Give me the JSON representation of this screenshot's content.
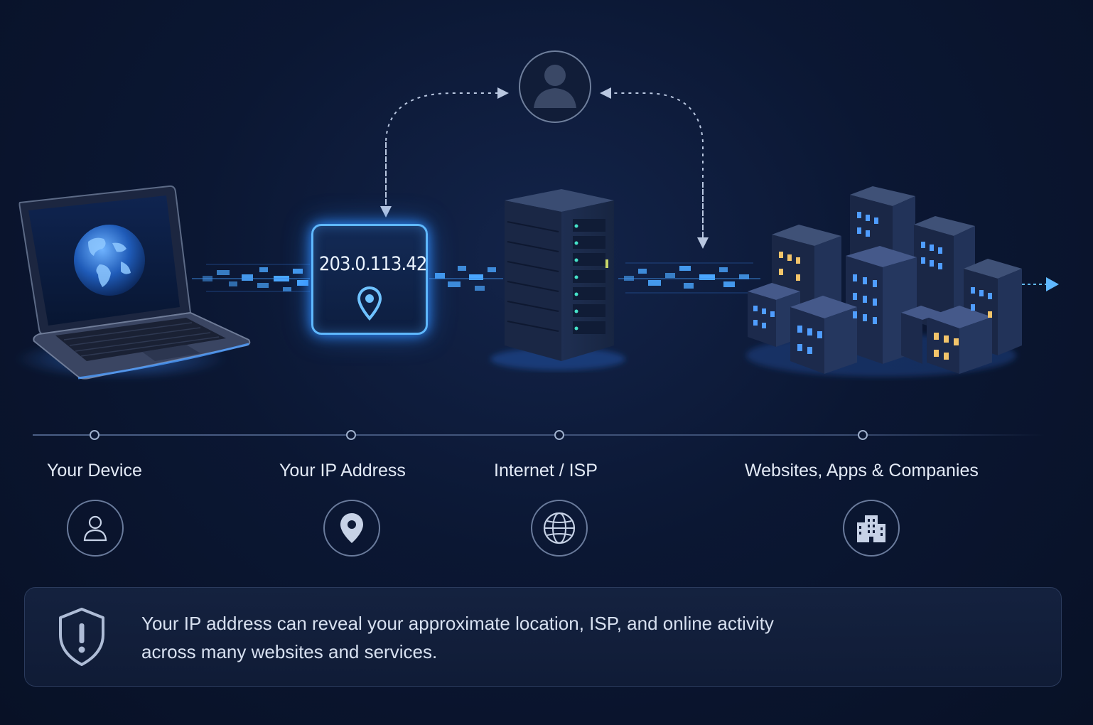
{
  "ip_card": {
    "address": "203.0.113.42"
  },
  "stages": [
    {
      "label": "Your Device",
      "icon": "user-icon"
    },
    {
      "label": "Your IP Address",
      "icon": "location-pin-icon"
    },
    {
      "label": "Internet / ISP",
      "icon": "globe-icon"
    },
    {
      "label": "Websites, Apps & Companies",
      "icon": "buildings-icon"
    }
  ],
  "notice": {
    "icon": "shield-alert-icon",
    "line1": "Your IP address can reveal your approximate location, ISP, and online activity",
    "line2": "across many websites and services."
  },
  "colors": {
    "background": "#0b1733",
    "accent": "#5fb8ff",
    "glow": "#2f8cff",
    "window_warm": "#f2c46a"
  }
}
